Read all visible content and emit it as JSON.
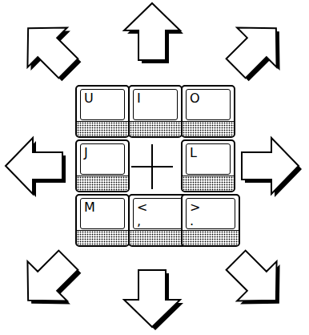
{
  "diagram": {
    "nodes": [
      {
        "text": [
          "U"
        ]
      },
      {
        "text": [
          "I"
        ]
      },
      {
        "text": [
          "O"
        ]
      },
      {
        "text": [
          "J"
        ]
      },
      {
        "text": [
          "L"
        ]
      },
      {
        "text": [
          "M"
        ]
      },
      {
        "text": [
          "<",
          ","
        ]
      },
      {
        "text": [
          ">",
          "."
        ]
      }
    ]
  }
}
